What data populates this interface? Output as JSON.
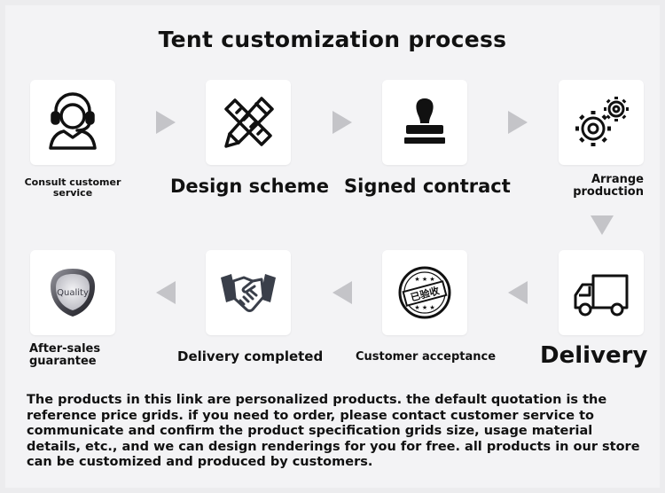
{
  "title": "Tent customization process",
  "steps": {
    "consult": {
      "label_line1": "Consult customer",
      "label_line2": "service",
      "icon": "customer-service-headset-icon"
    },
    "design": {
      "label": "Design scheme",
      "icon": "pencil-ruler-icon"
    },
    "contract": {
      "label": "Signed contract",
      "icon": "stamp-icon"
    },
    "production": {
      "label_line1": "Arrange",
      "label_line2": "production",
      "icon": "gears-icon"
    },
    "delivery": {
      "label": "Delivery",
      "icon": "delivery-truck-icon"
    },
    "acceptance": {
      "label": "Customer acceptance",
      "icon": "acceptance-seal-icon",
      "seal_text": "已验收"
    },
    "completed": {
      "label": "Delivery completed",
      "icon": "handshake-icon"
    },
    "aftersales": {
      "label_line1": "After-sales",
      "label_line2": "guarantee",
      "icon": "quality-badge-icon",
      "badge_text": "Quality"
    }
  },
  "description": "The products in this link are personalized products. the default quotation is the reference price grids. if you need to order, please contact customer service to communicate and confirm the product specification grids size, usage material details, etc., and we can design renderings for you for free. all products in our store can be customized and produced by customers.",
  "colors": {
    "background": "#f3f3f5",
    "card": "#ffffff",
    "arrow": "#c4c4c8",
    "text": "#111111"
  }
}
